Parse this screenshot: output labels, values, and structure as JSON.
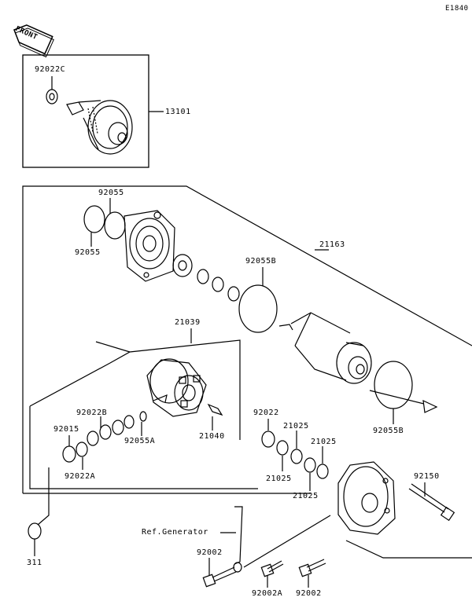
{
  "figure_code": "E1840",
  "front_marker": "FRONT",
  "parts": {
    "p92022C": "92022C",
    "p13101": "13101",
    "p92055_top": "92055",
    "p92055_left": "92055",
    "p21163": "21163",
    "p92055B_top": "92055B",
    "p21039": "21039",
    "p92022B": "92022B",
    "p92015": "92015",
    "p92055A": "92055A",
    "p92022A": "92022A",
    "p21040": "21040",
    "p92022": "92022",
    "p21025_a": "21025",
    "p21025_b": "21025",
    "p21025_c": "21025",
    "p21025_d": "21025",
    "p92055B_bottom": "92055B",
    "p92150": "92150",
    "ref_generator": "Ref.Generator",
    "p311": "311",
    "p92002_left": "92002",
    "p92002A": "92002A",
    "p92002_right": "92002"
  }
}
